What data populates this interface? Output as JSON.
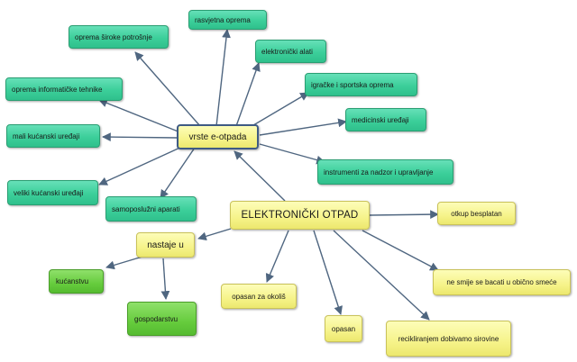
{
  "colors": {
    "teal_node": "#3ccf9a",
    "yellow_node": "#f6f38a",
    "green_node": "#66cc3d",
    "connector": "#4f6680"
  },
  "nodes": {
    "elektronicki_otpad": "ELEKTRONIČKI OTPAD",
    "vrste_e_otpada": "vrste e-otpada",
    "nastaje_u": "nastaje u",
    "rasvjetna_oprema": "rasvjetna oprema",
    "oprema_siroke_potrosnje": "oprema široke potrošnje",
    "elektronicki_alati": "elektronički alati",
    "oprema_informaticke_tehnike": "oprema informatičke tehnike",
    "igracke_sportska_oprema": "igračke i sportska oprema",
    "medicinski_uredaji": "medicinski uređaji",
    "mali_kucanski_uredaji": "mali kućanski uređaji",
    "instrumenti_nadzor": "instrumenti za nadzor i upravljanje",
    "veliki_kucanski_uredaji": "veliki kućanski uređaji",
    "samoposluzni_aparati": "samoposlužni aparati",
    "otkup_besplatan": "otkup besplatan",
    "kucanstvu": "kućanstvu",
    "gospodarstvu": "gospodarstvu",
    "opasan_za_okolis": "opasan za okoliš",
    "ne_smije_se_bacati": "ne smije se bacati u obično smeće",
    "opasan": "opasan",
    "recikliranjem": "recikliranjem dobivamo sirovine"
  }
}
